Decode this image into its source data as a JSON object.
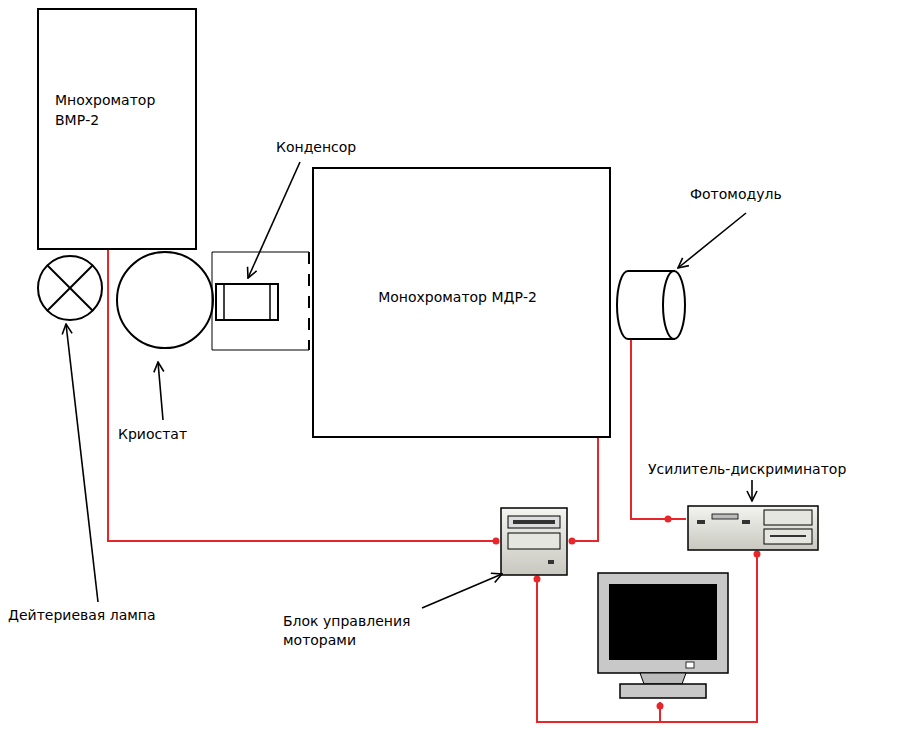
{
  "diagram": {
    "nodes": [
      {
        "text": [
          "Мнохроматор ВМР-2"
        ]
      },
      {
        "text": [
          "Монохроматор МДР-2"
        ]
      }
    ],
    "labels": [
      "Конденсор",
      "Фотомодуль",
      "Криостат",
      "Усилитель-дискриминатор",
      "Дейтериевая лампа",
      "Блок управления моторами"
    ]
  }
}
